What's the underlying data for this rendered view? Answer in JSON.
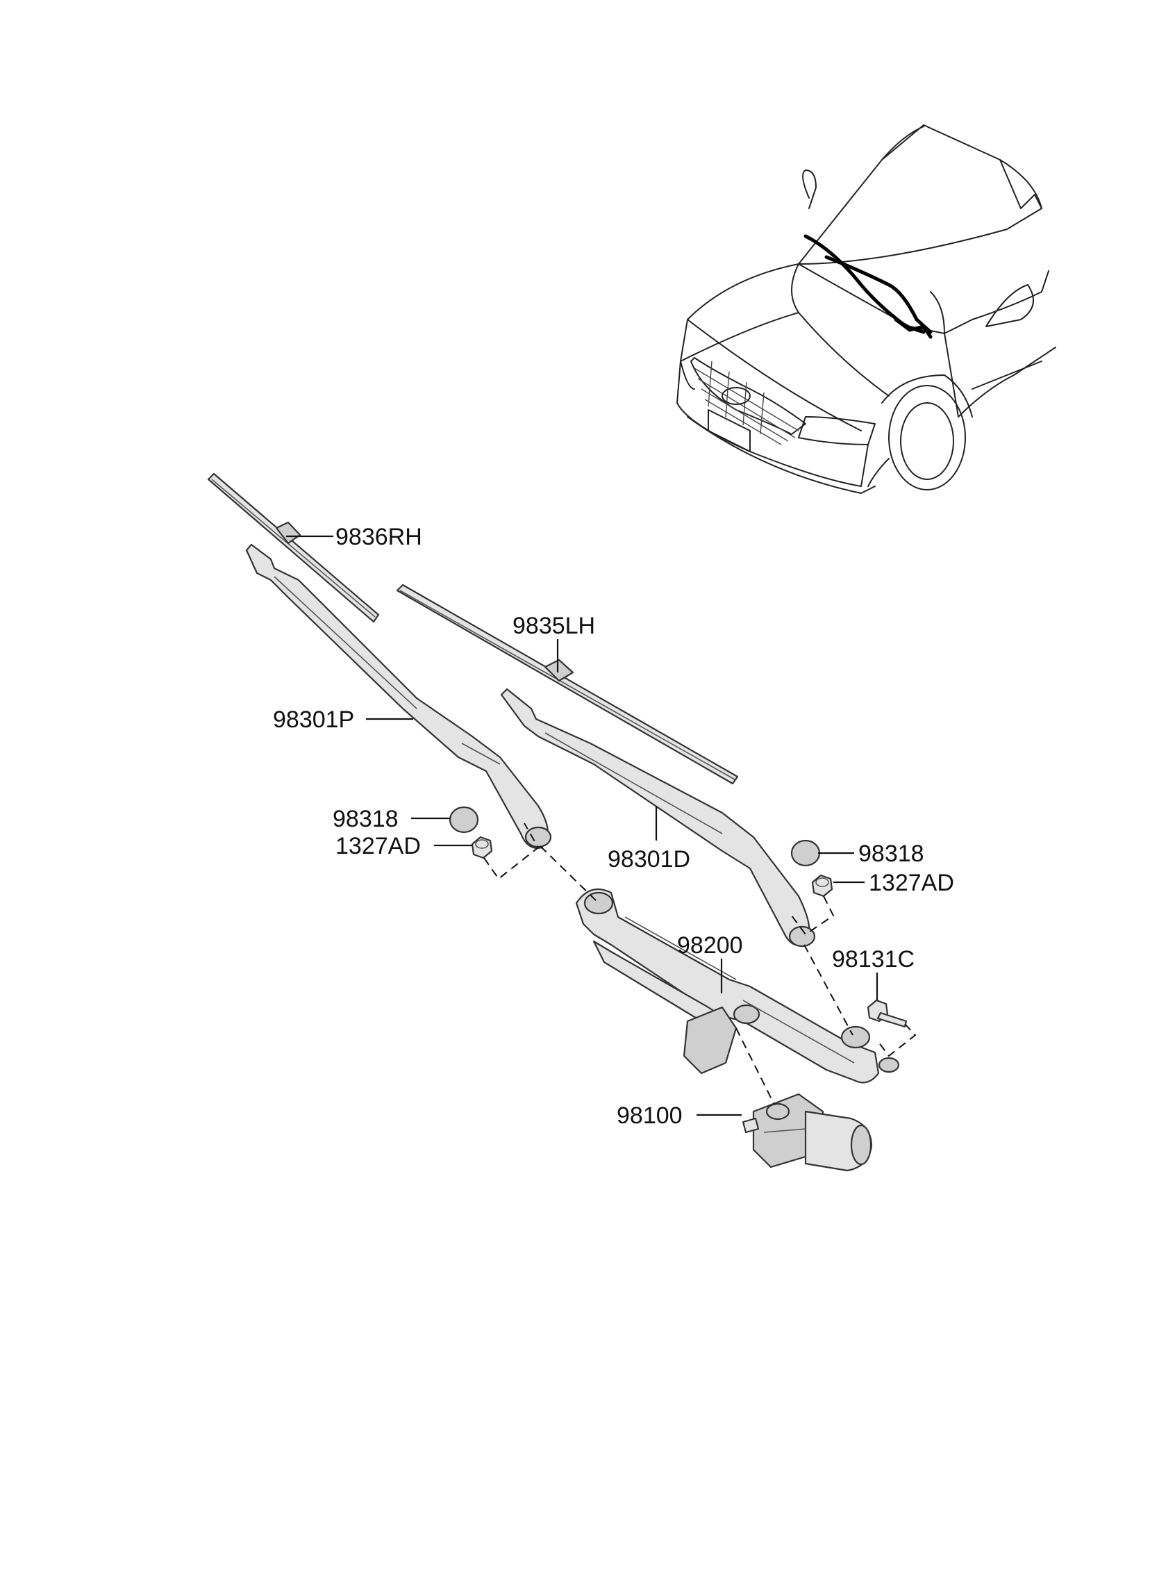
{
  "diagram": {
    "callouts": [
      {
        "id": "9836RH",
        "text": "9836RH"
      },
      {
        "id": "9835LH",
        "text": "9835LH"
      },
      {
        "id": "98301P",
        "text": "98301P"
      },
      {
        "id": "98318_left",
        "text": "98318"
      },
      {
        "id": "1327AD_left",
        "text": "1327AD"
      },
      {
        "id": "98301D",
        "text": "98301D"
      },
      {
        "id": "98318_right",
        "text": "98318"
      },
      {
        "id": "1327AD_right",
        "text": "1327AD"
      },
      {
        "id": "98200",
        "text": "98200"
      },
      {
        "id": "98131C",
        "text": "98131C"
      },
      {
        "id": "98100",
        "text": "98100"
      }
    ]
  }
}
